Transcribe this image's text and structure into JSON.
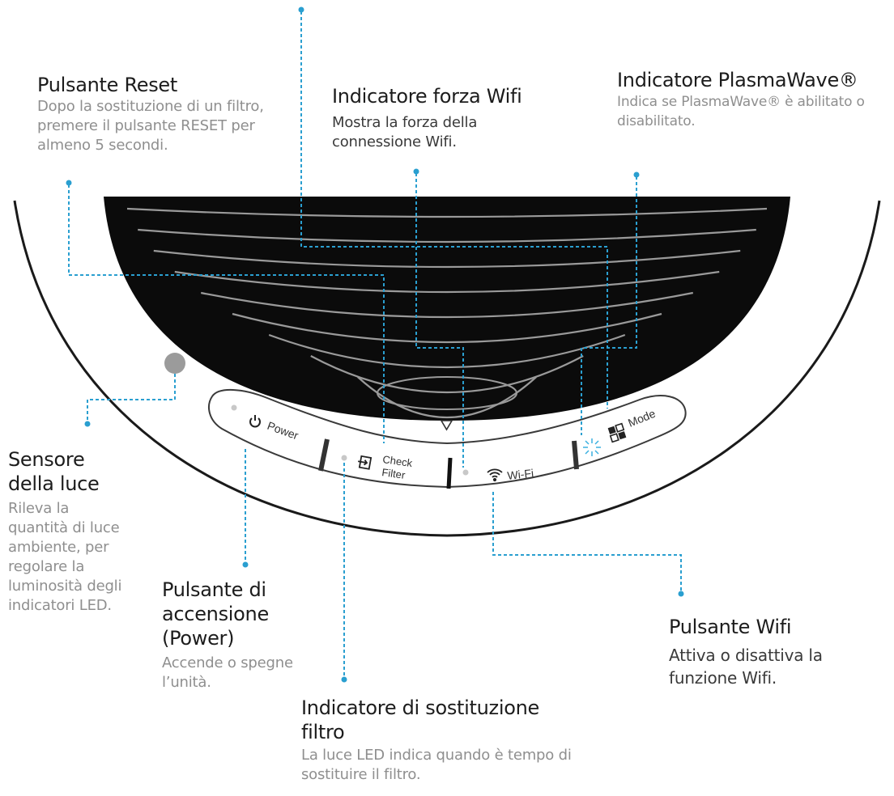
{
  "callouts": {
    "reset": {
      "title": "Pulsante Reset",
      "desc": "Dopo la sostituzione di un filtro, premere il pulsante RESET per almeno 5 secondi."
    },
    "wifi_strength": {
      "title": "Indicatore forza Wifi",
      "desc": "Mostra la forza della connessione Wifi."
    },
    "plasmawave": {
      "title": "Indicatore PlasmaWave®",
      "desc": "Indica se PlasmaWave® è abilitato o disabilitato."
    },
    "light_sensor": {
      "title": "Sensore della luce",
      "desc": "Rileva la quantità di luce ambiente, per regolare la luminosità degli indicatori LED."
    },
    "power": {
      "title": "Pulsante di accensione (Power)",
      "desc": "Accende o spegne l’unità."
    },
    "filter": {
      "title": "Indicatore di sostituzione filtro",
      "desc": "La luce LED indica quando è tempo di sostituire il filtro."
    },
    "wifi_button": {
      "title": "Pulsante Wifi",
      "desc": "Attiva o disattiva la funzione Wifi."
    }
  },
  "panel": {
    "power": "Power",
    "check": "Check",
    "filter": "Filter",
    "wifi": "Wi-Fi",
    "mode": "Mode"
  },
  "colors": {
    "leader": "#2a9fd0",
    "grille": "#0b0b0b",
    "grille_lines": "#9a9a9a",
    "sensor": "#9b9b9b"
  }
}
